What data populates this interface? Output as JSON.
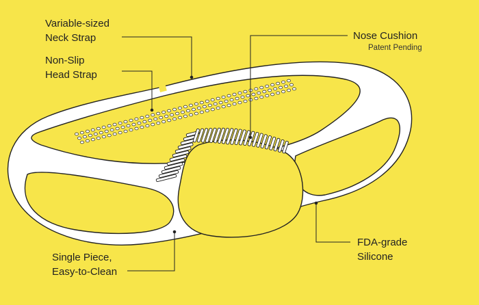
{
  "colors": {
    "background": "#F7E54A",
    "product": "#FFFFFF",
    "outline": "#222222"
  },
  "labels": {
    "neck_strap": {
      "line1": "Variable-sized",
      "line2": "Neck Strap"
    },
    "head_strap": {
      "line1": "Non-Slip",
      "line2": "Head Strap"
    },
    "nose_cushion": {
      "title": "Nose Cushion",
      "note": "Patent Pending"
    },
    "single_piece": {
      "line1": "Single Piece,",
      "line2": "Easy-to-Clean"
    },
    "fda": {
      "line1": "FDA-grade",
      "line2": "Silicone"
    }
  }
}
